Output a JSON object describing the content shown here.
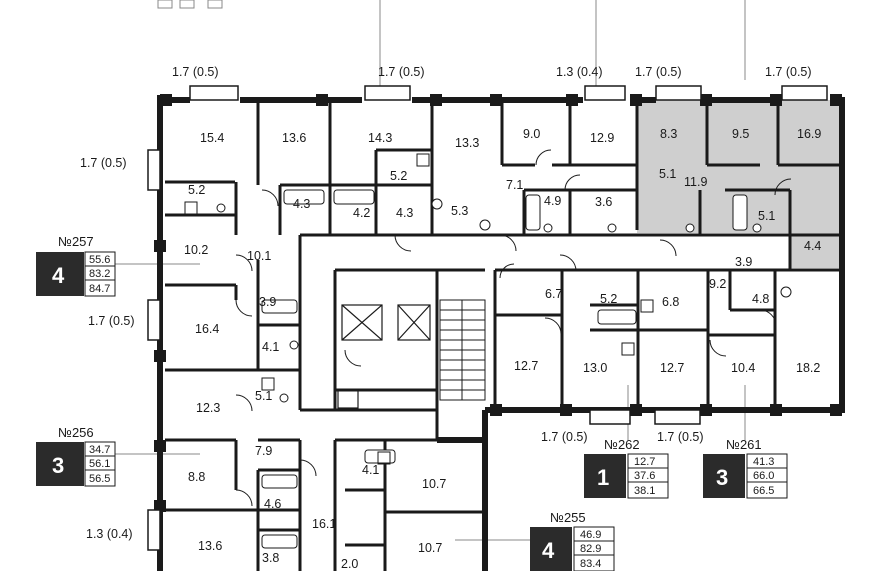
{
  "colors": {
    "wall": "#1a1a1a",
    "highlight": "#cfcfcf",
    "card_dark": "#2b2b2b",
    "line": "#888888"
  },
  "rooms": [
    {
      "id": "r1",
      "label": "15.4"
    },
    {
      "id": "r2",
      "label": "13.6"
    },
    {
      "id": "r3",
      "label": "14.3"
    },
    {
      "id": "r4",
      "label": "13.3"
    },
    {
      "id": "r5",
      "label": "9.0"
    },
    {
      "id": "r6",
      "label": "12.9"
    },
    {
      "id": "r7",
      "label": "8.3"
    },
    {
      "id": "r8",
      "label": "9.5"
    },
    {
      "id": "r9",
      "label": "16.9"
    },
    {
      "id": "r10",
      "label": "5.2"
    },
    {
      "id": "r11",
      "label": "5.2"
    },
    {
      "id": "r12",
      "label": "4.3"
    },
    {
      "id": "r13",
      "label": "4.2"
    },
    {
      "id": "r14",
      "label": "4.3"
    },
    {
      "id": "r15",
      "label": "5.3"
    },
    {
      "id": "r16",
      "label": "7.1"
    },
    {
      "id": "r17",
      "label": "4.9"
    },
    {
      "id": "r18",
      "label": "3.6"
    },
    {
      "id": "r19",
      "label": "5.1"
    },
    {
      "id": "r20",
      "label": "11.9"
    },
    {
      "id": "r21",
      "label": "5.1"
    },
    {
      "id": "r22",
      "label": "4.4"
    },
    {
      "id": "r23",
      "label": "10.2"
    },
    {
      "id": "r24",
      "label": "10.1"
    },
    {
      "id": "r25",
      "label": "3.9"
    },
    {
      "id": "r26",
      "label": "9.2"
    },
    {
      "id": "r27",
      "label": "4.8"
    },
    {
      "id": "r28",
      "label": "6.7"
    },
    {
      "id": "r29",
      "label": "5.2"
    },
    {
      "id": "r30",
      "label": "6.8"
    },
    {
      "id": "r31",
      "label": "3.9"
    },
    {
      "id": "r32",
      "label": "16.4"
    },
    {
      "id": "r33",
      "label": "4.1"
    },
    {
      "id": "r34",
      "label": "12.7"
    },
    {
      "id": "r35",
      "label": "13.0"
    },
    {
      "id": "r36",
      "label": "12.7"
    },
    {
      "id": "r37",
      "label": "10.4"
    },
    {
      "id": "r38",
      "label": "18.2"
    },
    {
      "id": "r39",
      "label": "12.3"
    },
    {
      "id": "r40",
      "label": "5.1"
    },
    {
      "id": "r41",
      "label": "7.9"
    },
    {
      "id": "r42",
      "label": "8.8"
    },
    {
      "id": "r43",
      "label": "4.1"
    },
    {
      "id": "r44",
      "label": "10.7"
    },
    {
      "id": "r45",
      "label": "4.6"
    },
    {
      "id": "r46",
      "label": "16.1"
    },
    {
      "id": "r47",
      "label": "13.6"
    },
    {
      "id": "r48",
      "label": "3.8"
    },
    {
      "id": "r49",
      "label": "10.7"
    },
    {
      "id": "r50",
      "label": "2.0"
    }
  ],
  "balconies": [
    {
      "id": "b1",
      "label": "1.7 (0.5)"
    },
    {
      "id": "b2",
      "label": "1.7 (0.5)"
    },
    {
      "id": "b3",
      "label": "1.3 (0.4)"
    },
    {
      "id": "b4",
      "label": "1.7 (0.5)"
    },
    {
      "id": "b5",
      "label": "1.7 (0.5)"
    },
    {
      "id": "b6",
      "label": "1.7 (0.5)"
    },
    {
      "id": "b7",
      "label": "1.7 (0.5)"
    },
    {
      "id": "b8",
      "label": "1.7 (0.5)"
    },
    {
      "id": "b9",
      "label": "1.7 (0.5)"
    },
    {
      "id": "b10",
      "label": "1.3 (0.4)"
    }
  ],
  "apartments": [
    {
      "id": "a257",
      "number": "№257",
      "rooms": "4",
      "areas": [
        "55.6",
        "83.2",
        "84.7"
      ]
    },
    {
      "id": "a256",
      "number": "№256",
      "rooms": "3",
      "areas": [
        "34.7",
        "56.1",
        "56.5"
      ]
    },
    {
      "id": "a262",
      "number": "№262",
      "rooms": "1",
      "areas": [
        "12.7",
        "37.6",
        "38.1"
      ]
    },
    {
      "id": "a261",
      "number": "№261",
      "rooms": "3",
      "areas": [
        "41.3",
        "66.0",
        "66.5"
      ]
    },
    {
      "id": "a255",
      "number": "№255",
      "rooms": "4",
      "areas": [
        "46.9",
        "82.9",
        "83.4"
      ]
    }
  ]
}
